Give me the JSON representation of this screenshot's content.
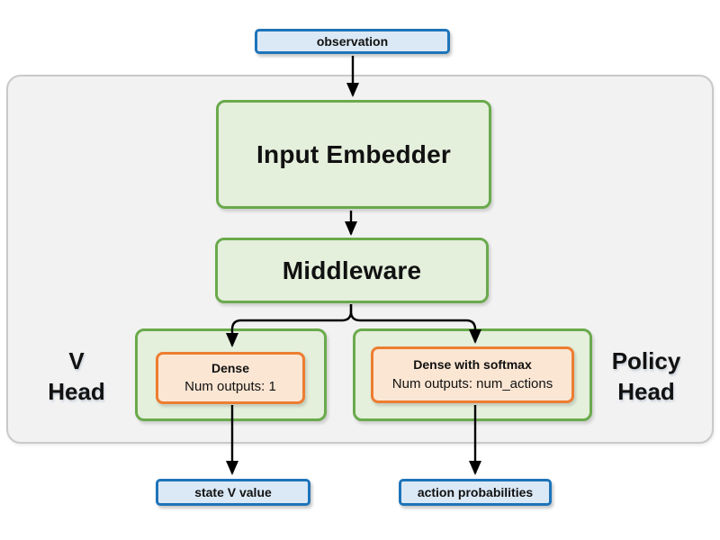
{
  "diagram": {
    "observation_label": "observation",
    "input_embedder_label": "Input Embedder",
    "middleware_label": "Middleware",
    "v_head": {
      "label_line1": "V",
      "label_line2": "Head",
      "dense_title": "Dense",
      "dense_subtitle": "Num outputs: 1",
      "output_label": "state V value"
    },
    "policy_head": {
      "label_line1": "Policy",
      "label_line2": "Head",
      "dense_title": "Dense with softmax",
      "dense_subtitle": "Num outputs: num_actions",
      "output_label": "action probabilities"
    }
  },
  "colors": {
    "io_fill": "#dbe9f6",
    "io_border": "#1e74b9",
    "block_fill": "#e4efdc",
    "block_border": "#6aaa4c",
    "dense_fill": "#fbe6d3",
    "dense_border": "#ed7d31",
    "container_fill": "#f2f2f2",
    "container_border": "#c9c9c9",
    "arrow": "#000000",
    "text": "#111111"
  }
}
